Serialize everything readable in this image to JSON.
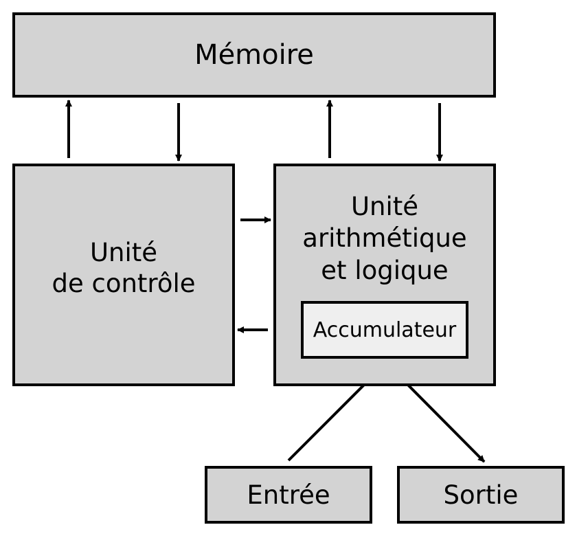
{
  "diagram": {
    "memory_label": "Mémoire",
    "control_unit": {
      "line1": "Unité",
      "line2": "de contrôle"
    },
    "alu": {
      "line1": "Unité",
      "line2": "arithmétique",
      "line3": "et logique"
    },
    "accumulator_label": "Accumulateur",
    "input_label": "Entrée",
    "output_label": "Sortie"
  },
  "colors": {
    "box_fill": "#d3d3d3",
    "accumulator_fill": "#efefef",
    "stroke": "#000000"
  }
}
